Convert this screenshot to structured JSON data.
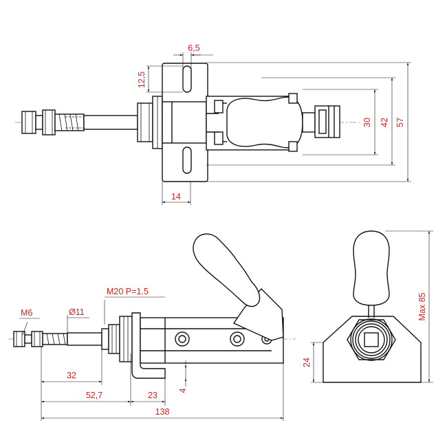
{
  "diagram": {
    "top_view": {
      "dims": {
        "slot_width": "6,5",
        "slot_height": "12,5",
        "base_depth": "14",
        "inner_height": "30",
        "mid_height": "42",
        "outer_height": "57"
      }
    },
    "side_view": {
      "dims": {
        "thread_small": "M6",
        "rod_diameter": "Ø11",
        "thread_large": "M20 P=1.5",
        "rod_length": "32",
        "to_nut": "52,7",
        "base_length": "23",
        "base_thickness": "4",
        "overall_length": "138"
      }
    },
    "front_view": {
      "dims": {
        "base_height": "24",
        "max_height": "Max 85"
      }
    }
  }
}
